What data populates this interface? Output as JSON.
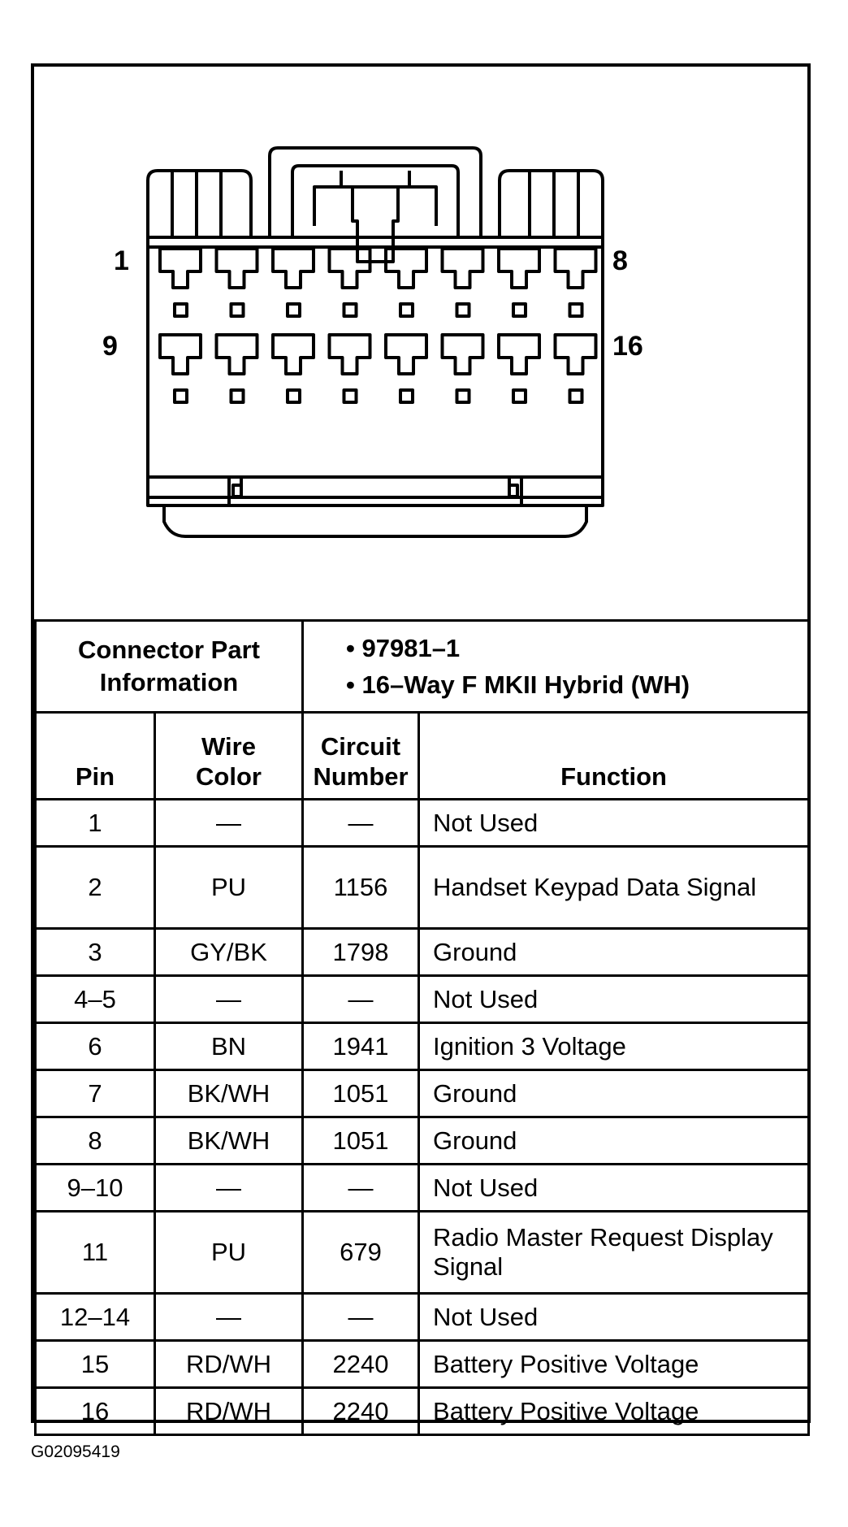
{
  "connector": {
    "pin_labels": [
      "1",
      "8",
      "9",
      "16"
    ]
  },
  "part_info": {
    "label_line1": "Connector Part",
    "label_line2": "Information",
    "bullets": [
      "97981–1",
      "16–Way F MKII Hybrid (WH)"
    ]
  },
  "columns": {
    "pin": "Pin",
    "wire_color_line1": "Wire",
    "wire_color_line2": "Color",
    "circuit_line1": "Circuit",
    "circuit_line2": "Number",
    "function": "Function"
  },
  "rows": [
    {
      "pin": "1",
      "wire": "—",
      "circuit": "—",
      "function": "Not Used"
    },
    {
      "pin": "2",
      "wire": "PU",
      "circuit": "1156",
      "function": "Handset Keypad Data Signal"
    },
    {
      "pin": "3",
      "wire": "GY/BK",
      "circuit": "1798",
      "function": "Ground"
    },
    {
      "pin": "4–5",
      "wire": "—",
      "circuit": "—",
      "function": "Not Used"
    },
    {
      "pin": "6",
      "wire": "BN",
      "circuit": "1941",
      "function": "Ignition 3 Voltage"
    },
    {
      "pin": "7",
      "wire": "BK/WH",
      "circuit": "1051",
      "function": "Ground"
    },
    {
      "pin": "8",
      "wire": "BK/WH",
      "circuit": "1051",
      "function": "Ground"
    },
    {
      "pin": "9–10",
      "wire": "—",
      "circuit": "—",
      "function": "Not Used"
    },
    {
      "pin": "11",
      "wire": "PU",
      "circuit": "679",
      "function": "Radio Master Request Display Signal"
    },
    {
      "pin": "12–14",
      "wire": "—",
      "circuit": "—",
      "function": "Not Used"
    },
    {
      "pin": "15",
      "wire": "RD/WH",
      "circuit": "2240",
      "function": "Battery Positive Voltage"
    },
    {
      "pin": "16",
      "wire": "RD/WH",
      "circuit": "2240",
      "function": "Battery Positive Voltage"
    }
  ],
  "figure_id": "G02095419"
}
